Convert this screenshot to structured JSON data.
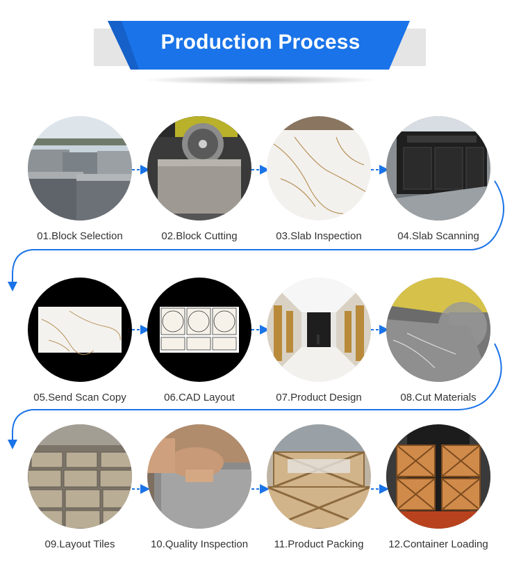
{
  "header": {
    "title": "Production Process",
    "accent_color": "#1a73e8",
    "band_color": "#e5e5e5"
  },
  "flow_color": "#1a73e8",
  "steps": [
    {
      "label": "01.Block Selection",
      "icon": "stone-blocks-photo"
    },
    {
      "label": "02.Block Cutting",
      "icon": "saw-cutting-photo"
    },
    {
      "label": "03.Slab Inspection",
      "icon": "marble-slab-photo"
    },
    {
      "label": "04.Slab Scanning",
      "icon": "slab-scanner-photo"
    },
    {
      "label": "05.Send Scan Copy",
      "icon": "scan-copy-photo"
    },
    {
      "label": "06.CAD Layout",
      "icon": "cad-layout-photo"
    },
    {
      "label": "07.Product Design",
      "icon": "corridor-design-photo"
    },
    {
      "label": "08.Cut Materials",
      "icon": "cutting-machine-photo"
    },
    {
      "label": "09.Layout Tiles",
      "icon": "tile-layout-photo"
    },
    {
      "label": "10.Quality Inspection",
      "icon": "inspection-photo"
    },
    {
      "label": "11.Product Packing",
      "icon": "wooden-crates-photo"
    },
    {
      "label": "12.Container Loading",
      "icon": "container-loading-photo"
    }
  ]
}
